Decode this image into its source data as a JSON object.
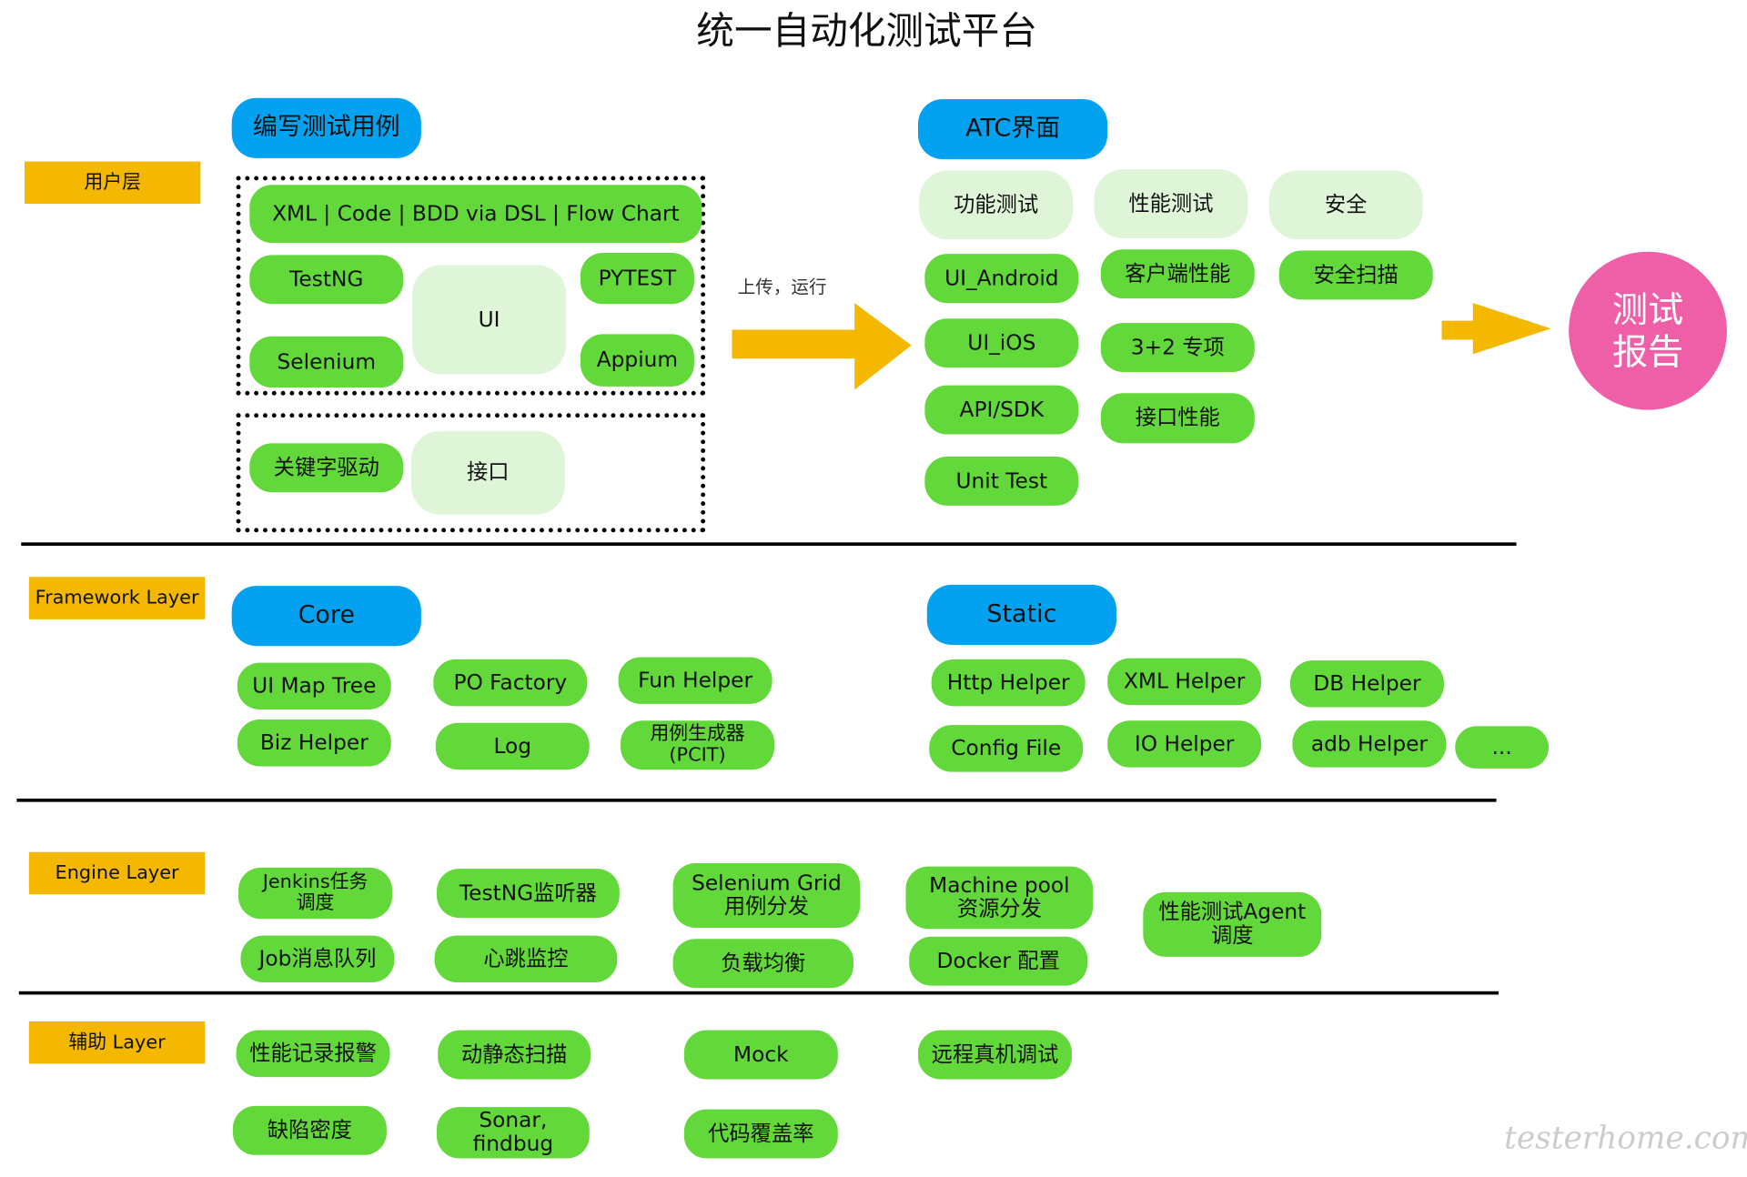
{
  "title": "统一自动化测试平台",
  "colors": {
    "green": "#62d83a",
    "light_green": "#dff5d8",
    "blue": "#03a2f0",
    "orange": "#f5b800",
    "pink": "#ef5fa7"
  },
  "user_layer": {
    "label": "用户层",
    "write_cases": "编写测试用例",
    "formats": "XML | Code | BDD via DSL | Flow Chart",
    "testng": "TestNG",
    "selenium": "Selenium",
    "ui": "UI",
    "pytest": "PYTEST",
    "appium": "Appium",
    "keyword": "关键字驱动",
    "api": "接口",
    "upload_run": "上传，运行",
    "atc": "ATC界面",
    "func_test": "功能测试",
    "perf_test": "性能测试",
    "security": "安全",
    "ui_android": "UI_Android",
    "ui_ios": "UI_iOS",
    "api_sdk": "API/SDK",
    "unit_test": "Unit Test",
    "client_perf": "客户端性能",
    "special": "3+2 专项",
    "api_perf": "接口性能",
    "sec_scan": "安全扫描",
    "report": "测试报告"
  },
  "framework_layer": {
    "label": "Framework Layer",
    "core": "Core",
    "static": "Static",
    "ui_map_tree": "UI Map Tree",
    "po_factory": "PO Factory",
    "fun_helper": "Fun Helper",
    "biz_helper": "Biz Helper",
    "log": "Log",
    "pcit": "用例生成器(PCIT)",
    "http_helper": "Http Helper",
    "xml_helper": "XML Helper",
    "db_helper": "DB Helper",
    "config_file": "Config File",
    "io_helper": "IO Helper",
    "adb_helper": "adb Helper",
    "more": "..."
  },
  "engine_layer": {
    "label": "Engine Layer",
    "jenkins": "Jenkins任务调度",
    "testng_listener": "TestNG监听器",
    "selenium_grid": "Selenium Grid用例分发",
    "machine_pool": "Machine pool资源分发",
    "perf_agent": "性能测试Agent调度",
    "job_queue": "Job消息队列",
    "heartbeat": "心跳监控",
    "load_balance": "负载均衡",
    "docker": "Docker 配置"
  },
  "aux_layer": {
    "label": "辅助 Layer",
    "perf_alarm": "性能记录报警",
    "static_scan": "动静态扫描",
    "mock": "Mock",
    "remote_device": "远程真机调试",
    "defect_density": "缺陷密度",
    "sonar": "Sonar, findbug",
    "coverage": "代码覆盖率"
  },
  "watermark": "testerhome.com"
}
